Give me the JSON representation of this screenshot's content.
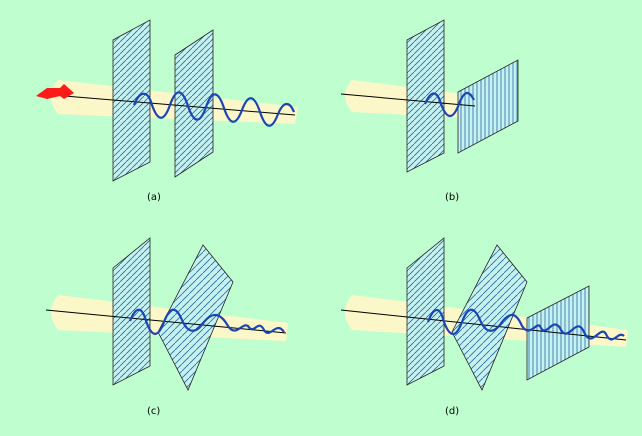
{
  "colors": {
    "background": "#bfffcf",
    "beam": "#fbf7c9",
    "polarizer_fill": "#c5f1ee",
    "polarizer_hatch": "#2a6aa8",
    "wave": "#1b45b5",
    "arrow": "#ff1a1a",
    "axis": "#000000"
  },
  "panels": [
    {
      "label": "(a)"
    },
    {
      "label": "(b)"
    },
    {
      "label": "(c)"
    },
    {
      "label": "(d)"
    }
  ]
}
